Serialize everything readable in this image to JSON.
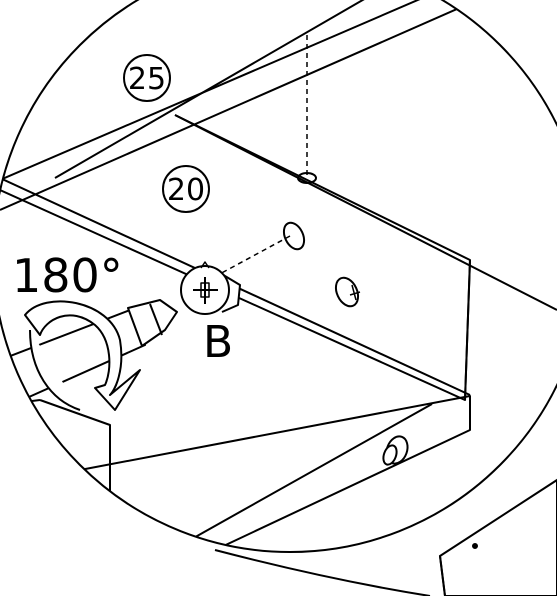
{
  "part_numbers": {
    "upper_panel": "25",
    "lower_panel": "20"
  },
  "rotation_label": "180°",
  "fitting_label": "B",
  "colors": {
    "line": "#000000",
    "background": "#ffffff"
  }
}
